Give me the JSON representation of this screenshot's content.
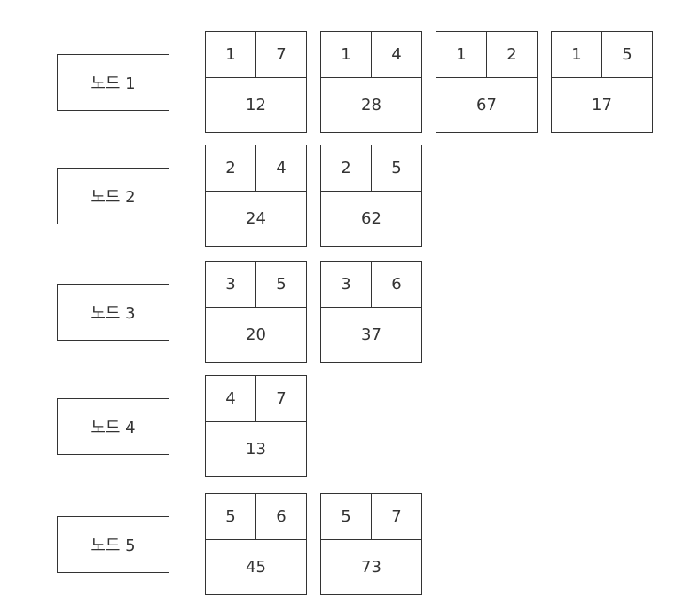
{
  "nodes": [
    {
      "label": "노드 1",
      "edges": [
        {
          "from": "1",
          "to": "7",
          "weight": "12"
        },
        {
          "from": "1",
          "to": "4",
          "weight": "28"
        },
        {
          "from": "1",
          "to": "2",
          "weight": "67"
        },
        {
          "from": "1",
          "to": "5",
          "weight": "17"
        }
      ]
    },
    {
      "label": "노드 2",
      "edges": [
        {
          "from": "2",
          "to": "4",
          "weight": "24"
        },
        {
          "from": "2",
          "to": "5",
          "weight": "62"
        }
      ]
    },
    {
      "label": "노드 3",
      "edges": [
        {
          "from": "3",
          "to": "5",
          "weight": "20"
        },
        {
          "from": "3",
          "to": "6",
          "weight": "37"
        }
      ]
    },
    {
      "label": "노드 4",
      "edges": [
        {
          "from": "4",
          "to": "7",
          "weight": "13"
        }
      ]
    },
    {
      "label": "노드 5",
      "edges": [
        {
          "from": "5",
          "to": "6",
          "weight": "45"
        },
        {
          "from": "5",
          "to": "7",
          "weight": "73"
        }
      ]
    }
  ]
}
